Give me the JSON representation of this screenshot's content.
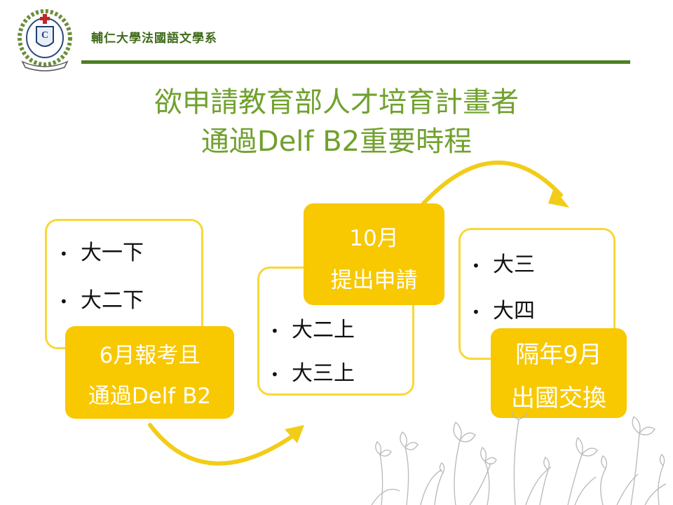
{
  "header": {
    "department": "輔仁大學法國語文學系"
  },
  "title": {
    "line1": "欲申請教育部人才培育計畫者",
    "line2": "通過Delf B2重要時程"
  },
  "timeline": {
    "box1": {
      "bullets": [
        "大一下",
        "大二下"
      ],
      "label_line1": "6月報考且",
      "label_line2": "通過Delf B2"
    },
    "box2": {
      "bullets": [
        "大二上",
        "大三上"
      ],
      "label_line1": "10月",
      "label_line2": "提出申請"
    },
    "box3": {
      "bullets": [
        "大三",
        "大四"
      ],
      "label_line1": "隔年9月",
      "label_line2": "出國交換"
    }
  },
  "colors": {
    "title_green": "#71a12e",
    "header_green": "#3f6b1a",
    "rule_green": "#4f7f21",
    "box_yellow": "#f8c800",
    "outline_yellow": "#f7d83a"
  },
  "icons": {
    "logo": "university-seal-icon",
    "bullet": "bullet-dot-icon",
    "arrow": "curved-arrow-icon",
    "decoration": "iris-flowers-sketch"
  }
}
